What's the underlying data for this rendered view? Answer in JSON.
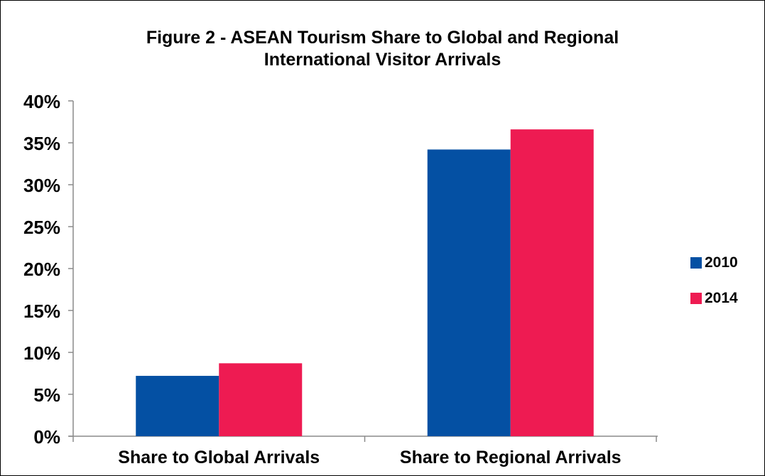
{
  "chart_data": {
    "type": "bar",
    "title": "Figure 2 - ASEAN Tourism Share to Global and Regional International Visitor Arrivals",
    "title_lines": [
      "Figure 2 - ASEAN Tourism Share to Global and Regional",
      "International Visitor Arrivals"
    ],
    "categories": [
      "Share to Global Arrivals",
      "Share to Regional Arrivals"
    ],
    "series": [
      {
        "name": "2010",
        "values": [
          7.2,
          34.2
        ],
        "color": "#0450A3"
      },
      {
        "name": "2014",
        "values": [
          8.7,
          36.6
        ],
        "color": "#EE1B52"
      }
    ],
    "ylim": [
      0,
      40
    ],
    "yticks": [
      0,
      5,
      10,
      15,
      20,
      25,
      30,
      35,
      40
    ],
    "ytick_labels": [
      "0%",
      "5%",
      "10%",
      "15%",
      "20%",
      "25%",
      "30%",
      "35%",
      "40%"
    ],
    "xlabel": "",
    "ylabel": "",
    "grid": false,
    "legend_position": "right"
  }
}
